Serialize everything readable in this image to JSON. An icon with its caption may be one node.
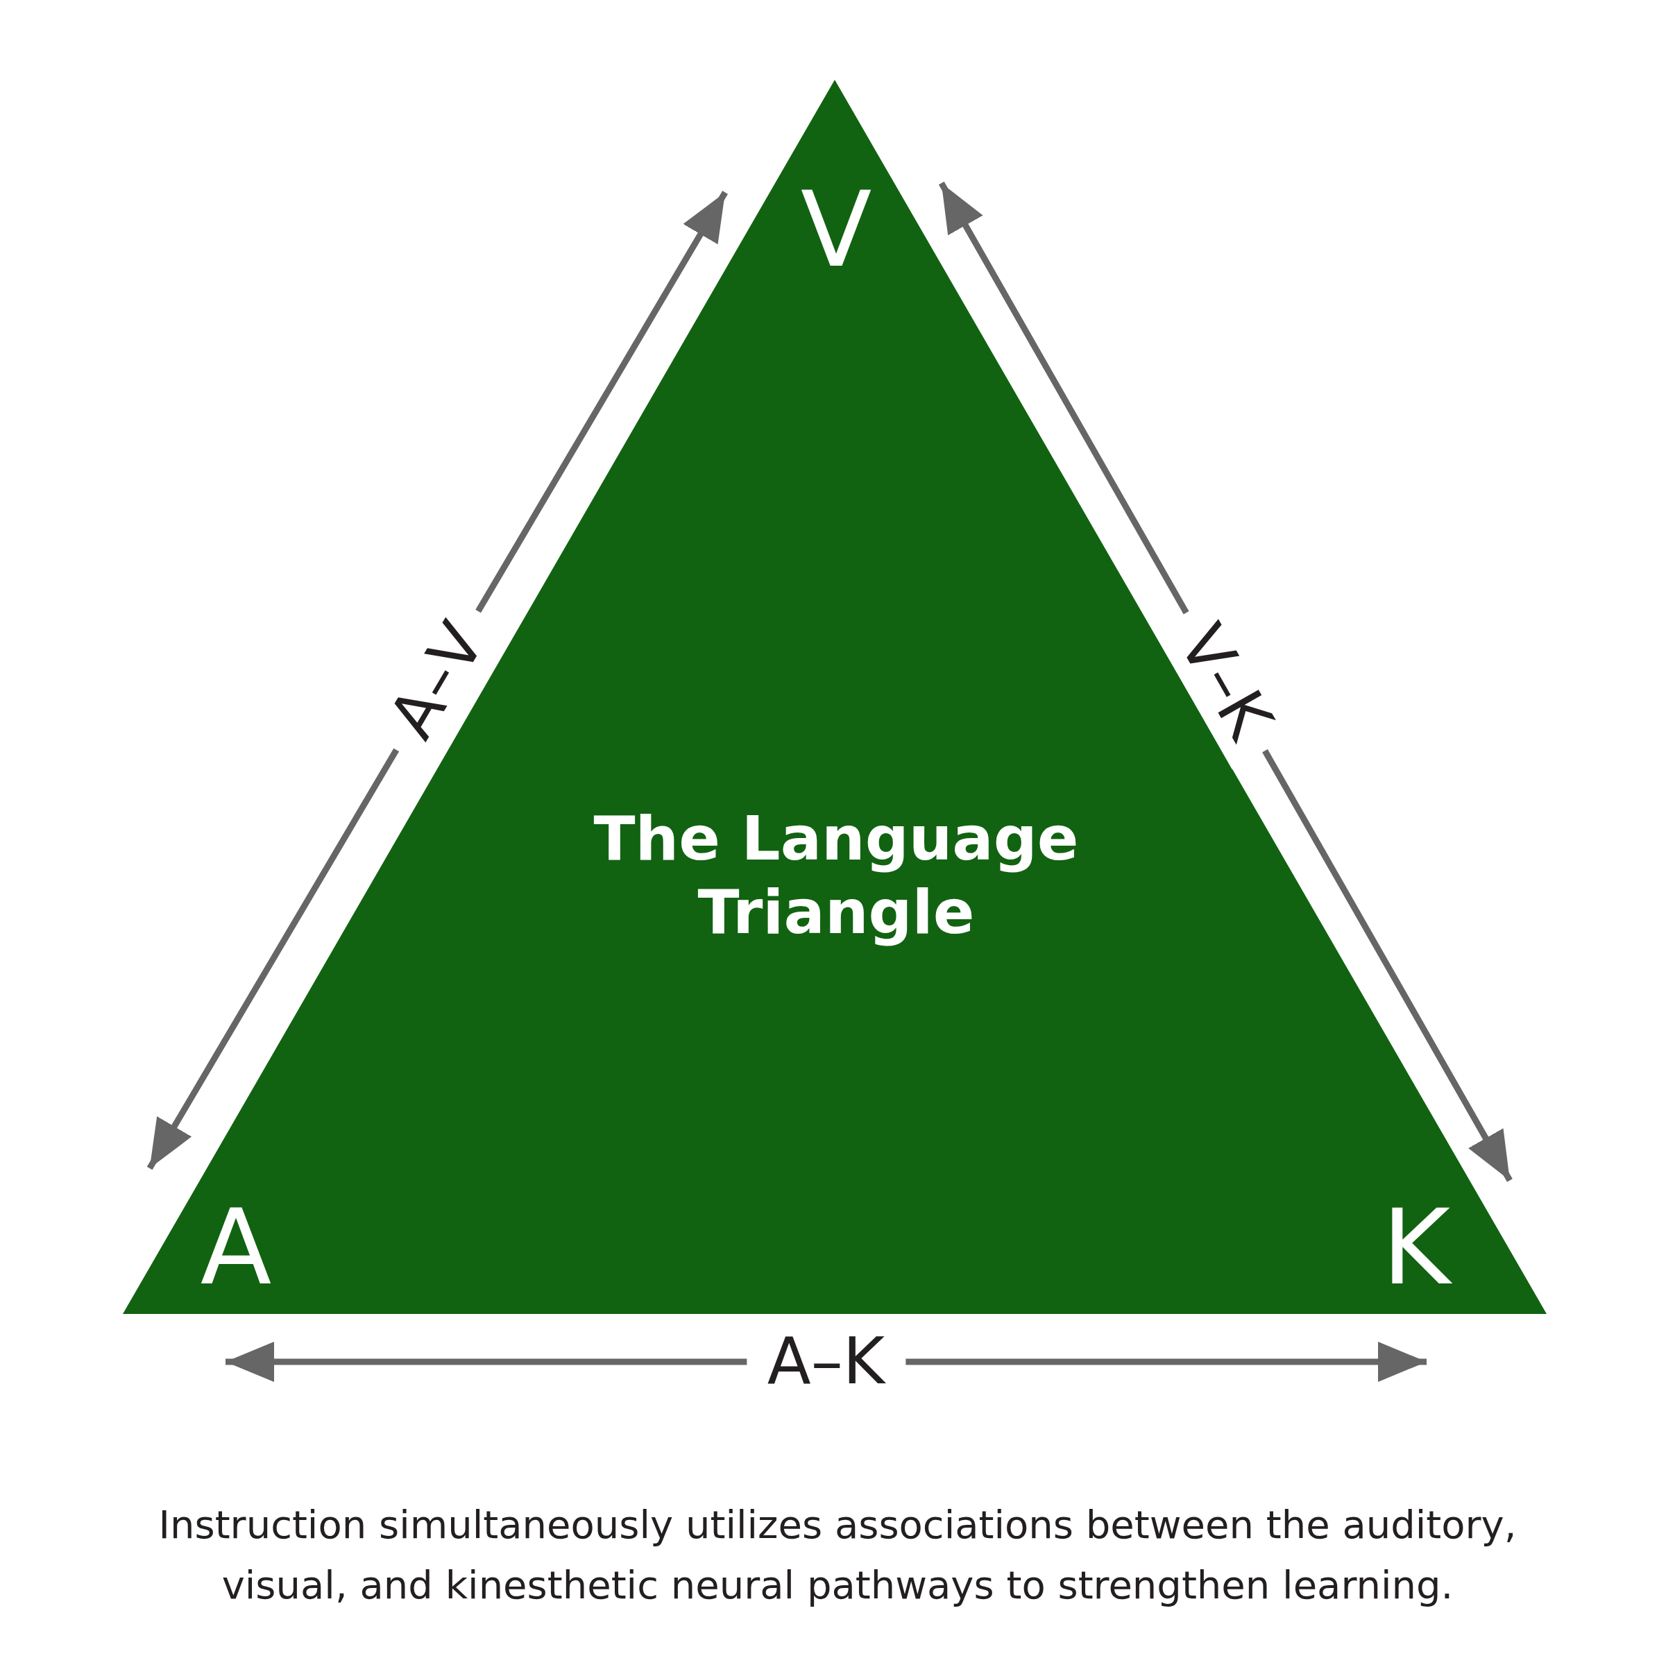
{
  "diagram": {
    "caption": "Instruction simultaneously utilizes associations between the auditory, visual, and kinesthetic neural pathways to strengthen learning.",
    "nodes": [
      {
        "text": [
          "The Language Triangle"
        ]
      },
      {
        "text": [
          "V"
        ],
        "in": 0
      },
      {
        "text": [
          "A"
        ],
        "in": 0
      },
      {
        "text": [
          "K"
        ],
        "in": 0
      }
    ],
    "edges": [
      {
        "from": 2,
        "to": 1,
        "arrow": "both",
        "label": "A–V"
      },
      {
        "from": 1,
        "to": 3,
        "arrow": "both",
        "label": "V–K"
      },
      {
        "from": 2,
        "to": 3,
        "arrow": "both",
        "label": "A–K"
      }
    ]
  }
}
